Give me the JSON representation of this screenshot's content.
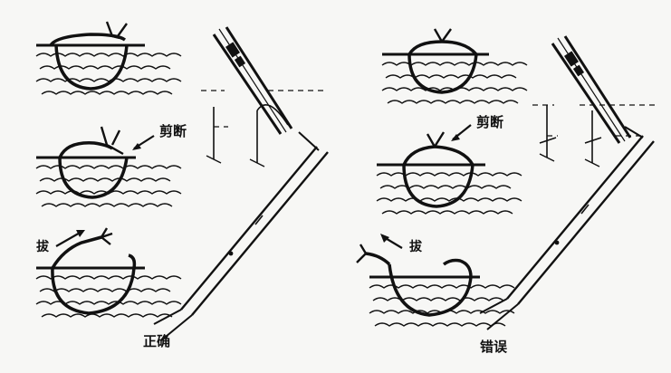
{
  "figure": {
    "left_panel": {
      "cut_label": "剪断",
      "pull_label": "拔",
      "caption": "正确"
    },
    "right_panel": {
      "cut_label": "剪断",
      "pull_label": "拔",
      "caption": "错误"
    },
    "colors": {
      "ink": "#111111",
      "paper": "#f7f7f5"
    }
  }
}
